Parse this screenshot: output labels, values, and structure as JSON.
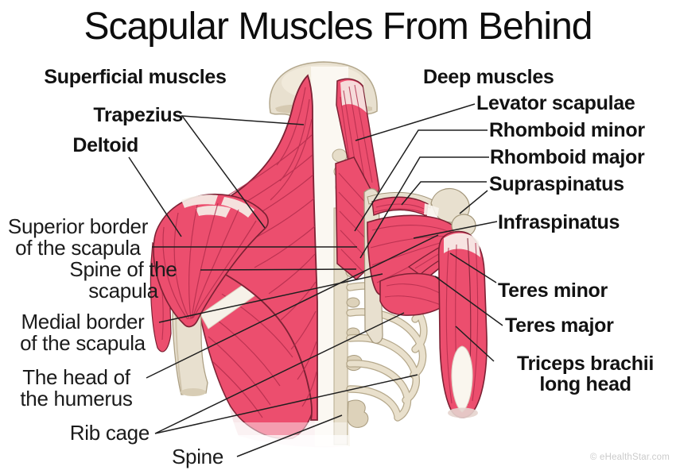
{
  "title": "Scapular Muscles From Behind",
  "watermark": "© eHealthStar.com",
  "figure": {
    "description": "Posterior upper torso: left half shows superficial muscles, right half shows deep muscles with scapula, rib cage and spine exposed"
  },
  "labels": {
    "superficial_header": "Superficial muscles",
    "trapezius": "Trapezius",
    "deltoid": "Deltoid",
    "superior_border": "Superior border\nof the scapula",
    "spine_of_scapula": "Spine of the\nscapula",
    "medial_border": "Medial border\nof the scapula",
    "head_of_humerus": "The head of\nthe humerus",
    "rib_cage": "Rib cage",
    "spine": "Spine",
    "deep_header": "Deep muscles",
    "levator_scapulae": "Levator scapulae",
    "rhomboid_minor": "Rhomboid minor",
    "rhomboid_major": "Rhomboid major",
    "supraspinatus": "Supraspinatus",
    "infraspinatus": "Infraspinatus",
    "teres_minor": "Teres minor",
    "teres_major": "Teres major",
    "triceps": "Triceps brachii\nlong head"
  },
  "colors": {
    "muscle": "#EC4E6E",
    "muscle_striation": "#B12C4B",
    "muscle_outline": "#7C2134",
    "tendon_white": "#F8F4ED",
    "bone": "#E8E0CF",
    "bone_shadow": "#CBBFA4",
    "bone_outline": "#A3967A",
    "pale_torso": "#F8E8EA",
    "leader_line": "#1F1F1F",
    "text": "#121212",
    "watermark_color": "#CBCBCB",
    "background": "#FFFFFF"
  }
}
